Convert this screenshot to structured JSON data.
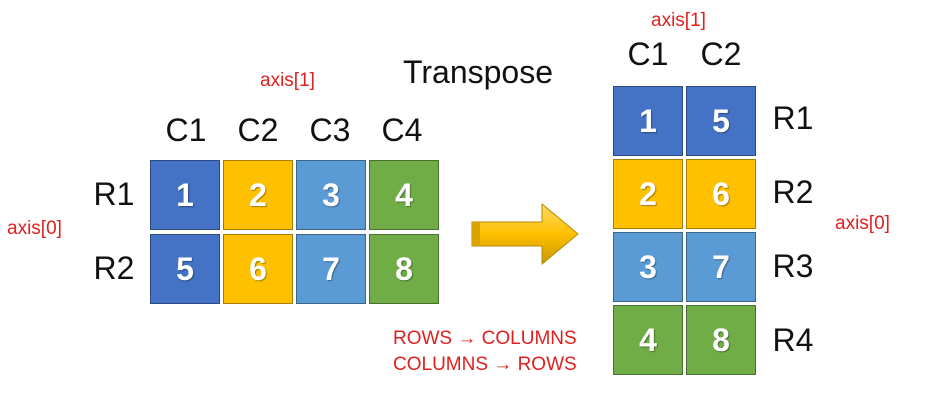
{
  "left": {
    "axis1_label": "axis[1]",
    "axis0_label": "axis[0]",
    "columns": [
      "C1",
      "C2",
      "C3",
      "C4"
    ],
    "rows": [
      "R1",
      "R2"
    ],
    "cells": [
      [
        "1",
        "2",
        "3",
        "4"
      ],
      [
        "5",
        "6",
        "7",
        "8"
      ]
    ]
  },
  "title": "Transpose",
  "notes": [
    "ROWS → COLUMNS",
    "COLUMNS → ROWS"
  ],
  "right": {
    "axis1_label": "axis[1]",
    "axis0_label": "axis[0]",
    "columns": [
      "C1",
      "C2"
    ],
    "rows": [
      "R1",
      "R2",
      "R3",
      "R4"
    ],
    "cells": [
      [
        "1",
        "5"
      ],
      [
        "2",
        "6"
      ],
      [
        "3",
        "7"
      ],
      [
        "4",
        "8"
      ]
    ]
  },
  "colors": {
    "value_1_5": "#4472c4",
    "value_2_6": "#ffc000",
    "value_3_7": "#5b9bd5",
    "value_4_8": "#70ad47",
    "annotation": "#e02020",
    "arrow": "#ffc000"
  }
}
